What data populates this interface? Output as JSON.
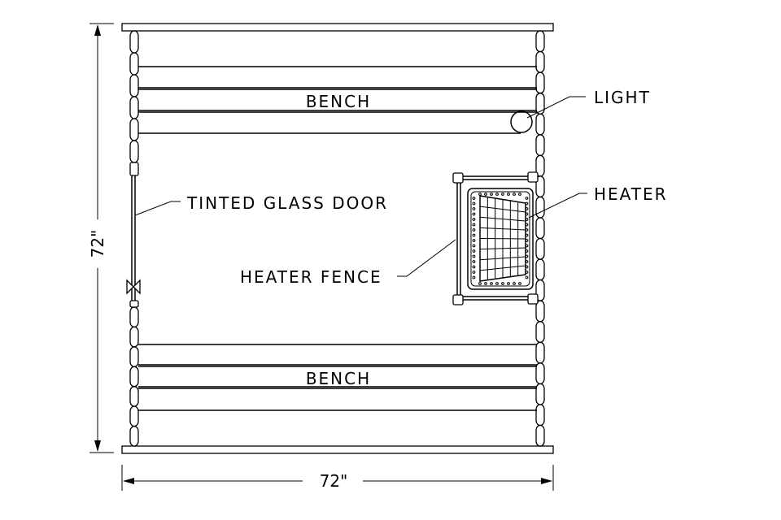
{
  "labels": {
    "bench_top": "BENCH",
    "bench_bottom": "BENCH",
    "light": "LIGHT",
    "heater": "HEATER",
    "heater_fence": "HEATER FENCE",
    "door": "TINTED GLASS DOOR"
  },
  "dimensions": {
    "width": "72\"",
    "height": "72\""
  }
}
